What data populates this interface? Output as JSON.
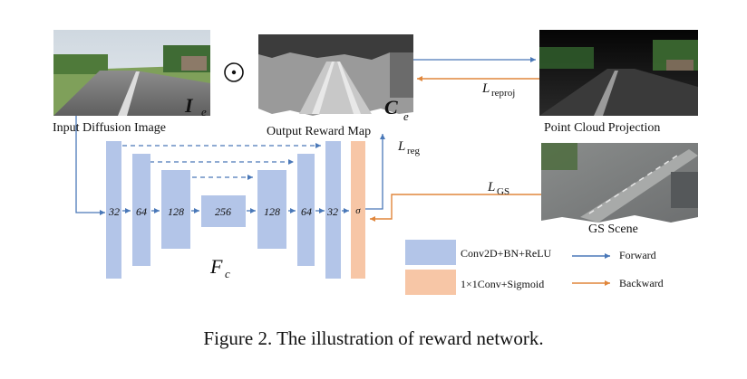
{
  "figure": {
    "caption": "Figure 2. The illustration of reward network.",
    "images": {
      "input": {
        "label": "Input Diffusion Image",
        "symbol": "I",
        "subscript": "e"
      },
      "output": {
        "label": "Output Reward Map",
        "symbol": "C",
        "subscript": "e"
      },
      "point_cloud": {
        "label": "Point Cloud Projection"
      },
      "gs_scene": {
        "label": "GS Scene"
      }
    },
    "operator": "⊙",
    "network": {
      "symbol": "F",
      "subscript": "c",
      "blocks": [
        "32",
        "64",
        "128",
        "256",
        "128",
        "64",
        "32"
      ],
      "sigma": "σ"
    },
    "losses": {
      "reproj": {
        "symbol": "L",
        "subscript": "reproj"
      },
      "reg": {
        "symbol": "L",
        "subscript": "reg"
      },
      "gs": {
        "symbol": "L",
        "subscript": "GS"
      }
    },
    "legend": {
      "conv": "Conv2D+BN+ReLU",
      "sigmoid": "1×1Conv+Sigmoid",
      "forward": "Forward",
      "backward": "Backward"
    },
    "colors": {
      "block_blue": "#b3c5e8",
      "block_orange": "#f7c6a6",
      "forward_blue": "#4a78b8",
      "backward_orange": "#e0863b"
    }
  }
}
